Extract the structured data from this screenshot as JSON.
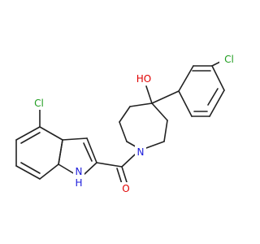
{
  "colors": {
    "bond": "#222222",
    "O": "#e00000",
    "N": "#1a1adb",
    "Cl": "#1f9d1f",
    "background": "#ffffff"
  },
  "labels": {
    "cl_top": "Cl",
    "cl_left": "Cl",
    "hydroxyl": "HO",
    "nitrogen_piperidine": "N",
    "nitrogen_indole": "N",
    "hydrogen_indole": "H",
    "carbonyl_oxygen": "O"
  }
}
